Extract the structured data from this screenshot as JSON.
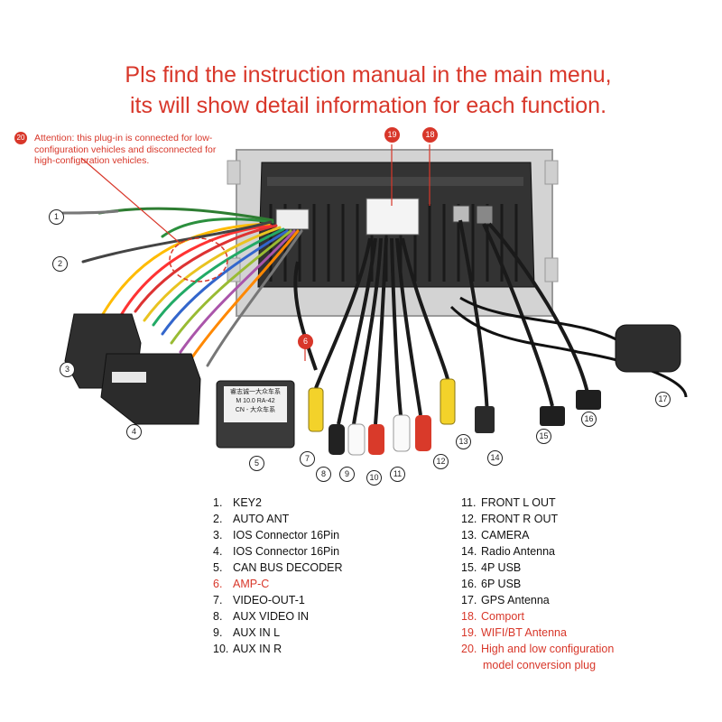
{
  "header": {
    "line1": "Pls find the instruction manual in the main menu,",
    "line2": "its will show detail information for each function."
  },
  "attention": {
    "badge": "20",
    "text": "Attention: this plug-in is connected for low-configuration vehicles and disconnected for high-configuration vehicles."
  },
  "callouts": [
    "1",
    "2",
    "3",
    "4",
    "5",
    "6",
    "7",
    "8",
    "9",
    "10",
    "11",
    "12",
    "13",
    "14",
    "15",
    "16",
    "17",
    "18",
    "19"
  ],
  "decoder_label": {
    "line1": "睿志诚一大众车系",
    "line2": "M 10.0 RA-42",
    "line3": "CN - 大众车系"
  },
  "legend_left": [
    {
      "n": "1.",
      "label": "KEY2",
      "red": false
    },
    {
      "n": "2.",
      "label": "AUTO ANT",
      "red": false
    },
    {
      "n": "3.",
      "label": "IOS Connector 16Pin",
      "red": false
    },
    {
      "n": "4.",
      "label": "IOS Connector 16Pin",
      "red": false
    },
    {
      "n": "5.",
      "label": "CAN BUS DECODER",
      "red": false
    },
    {
      "n": "6.",
      "label": "AMP-C",
      "red": true
    },
    {
      "n": "7.",
      "label": "VIDEO-OUT-1",
      "red": false
    },
    {
      "n": "8.",
      "label": "AUX VIDEO IN",
      "red": false
    },
    {
      "n": "9.",
      "label": "AUX IN L",
      "red": false
    },
    {
      "n": "10.",
      "label": "AUX IN R",
      "red": false
    }
  ],
  "legend_right": [
    {
      "n": "11.",
      "label": "FRONT L OUT",
      "red": false
    },
    {
      "n": "12.",
      "label": "FRONT R OUT",
      "red": false
    },
    {
      "n": "13.",
      "label": "CAMERA",
      "red": false
    },
    {
      "n": "14.",
      "label": "Radio Antenna",
      "red": false
    },
    {
      "n": "15.",
      "label": "4P USB",
      "red": false
    },
    {
      "n": "16.",
      "label": "6P USB",
      "red": false
    },
    {
      "n": "17.",
      "label": "GPS Antenna",
      "red": false
    },
    {
      "n": "18.",
      "label": "Comport",
      "red": true
    },
    {
      "n": "19.",
      "label": "WIFI/BT Antenna",
      "red": true
    },
    {
      "n": "20.",
      "label": "High and low configuration",
      "red": true
    },
    {
      "n": "",
      "label": "model conversion plug",
      "red": true
    }
  ],
  "colors": {
    "accent_red": "#d8372a",
    "panel_gray": "#c9c9c9",
    "panel_dark": "#2a2a2a"
  }
}
